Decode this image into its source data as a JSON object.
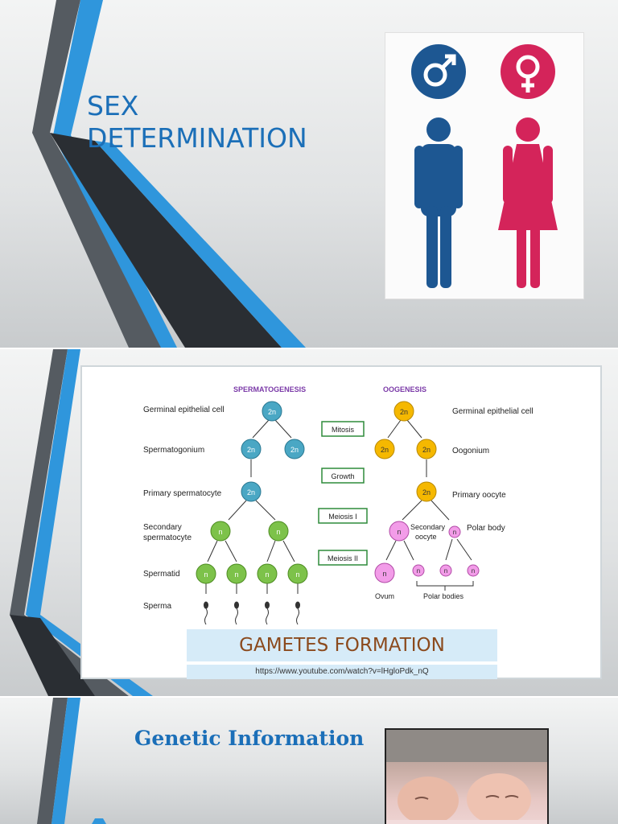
{
  "slide1": {
    "title_line1": "SEX",
    "title_line2": "DETERMINATION",
    "icons": [
      "male-symbol-icon",
      "female-symbol-icon",
      "man-figure-icon",
      "woman-figure-icon"
    ],
    "colors": {
      "male": "#1d5792",
      "female": "#d4245a",
      "title": "#1b6fb8"
    }
  },
  "slide2": {
    "left_heading": "SPERMATOGENESIS",
    "right_heading": "OOGENESIS",
    "left_labels": [
      "Germinal epithelial cell",
      "Spermatogonium",
      "Primary spermatocyte",
      "Secondary",
      "spermatocyte",
      "Spermatid",
      "Sperma"
    ],
    "right_labels": [
      "Germinal epithelial cell",
      "Oogonium",
      "Primary oocyte",
      "Secondary",
      "oocyte",
      "Polar body",
      "Ovum",
      "Polar bodies"
    ],
    "stages": [
      "Mitosis",
      "Growth",
      "Meiosis I",
      "Meiosis II"
    ],
    "cell_2n": "2n",
    "cell_n": "n",
    "banner_title": "GAMETES FORMATION",
    "banner_url": "https://www.youtube.com/watch?v=lHgloPdk_nQ"
  },
  "slide3": {
    "title": "Genetic Information"
  }
}
